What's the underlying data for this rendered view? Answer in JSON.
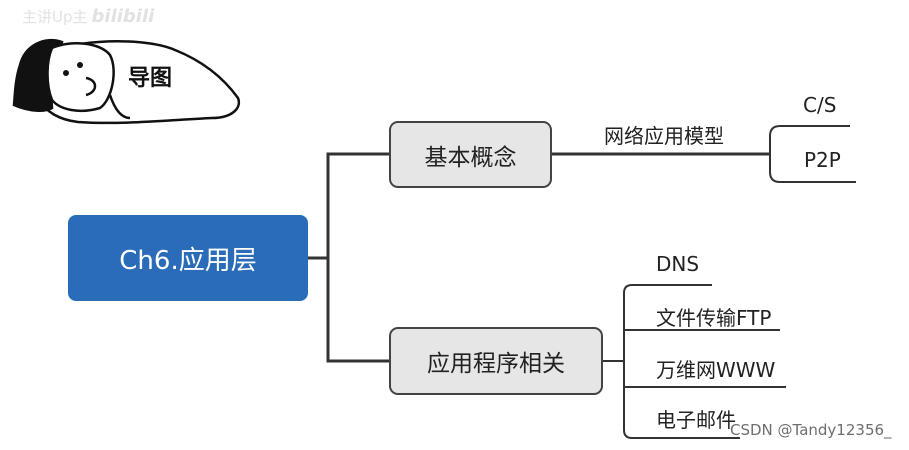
{
  "watermark": {
    "text": "主讲Up主",
    "brand": "bilibili"
  },
  "cartoon": {
    "label": "导图"
  },
  "root": {
    "label": "Ch6.应用层"
  },
  "branches": [
    {
      "label": "基本概念",
      "sub": {
        "label": "网络应用模型",
        "leaves": [
          "C/S",
          "P2P"
        ]
      }
    },
    {
      "label": "应用程序相关",
      "leaves": [
        "DNS",
        "文件传输FTP",
        "万维网WWW",
        "电子邮件"
      ]
    }
  ],
  "footer": {
    "watermark": "CSDN @Tandy12356_"
  },
  "colors": {
    "root_fill": "#2b6cb9",
    "branch_fill": "#e6e6e6",
    "line": "#333333"
  }
}
